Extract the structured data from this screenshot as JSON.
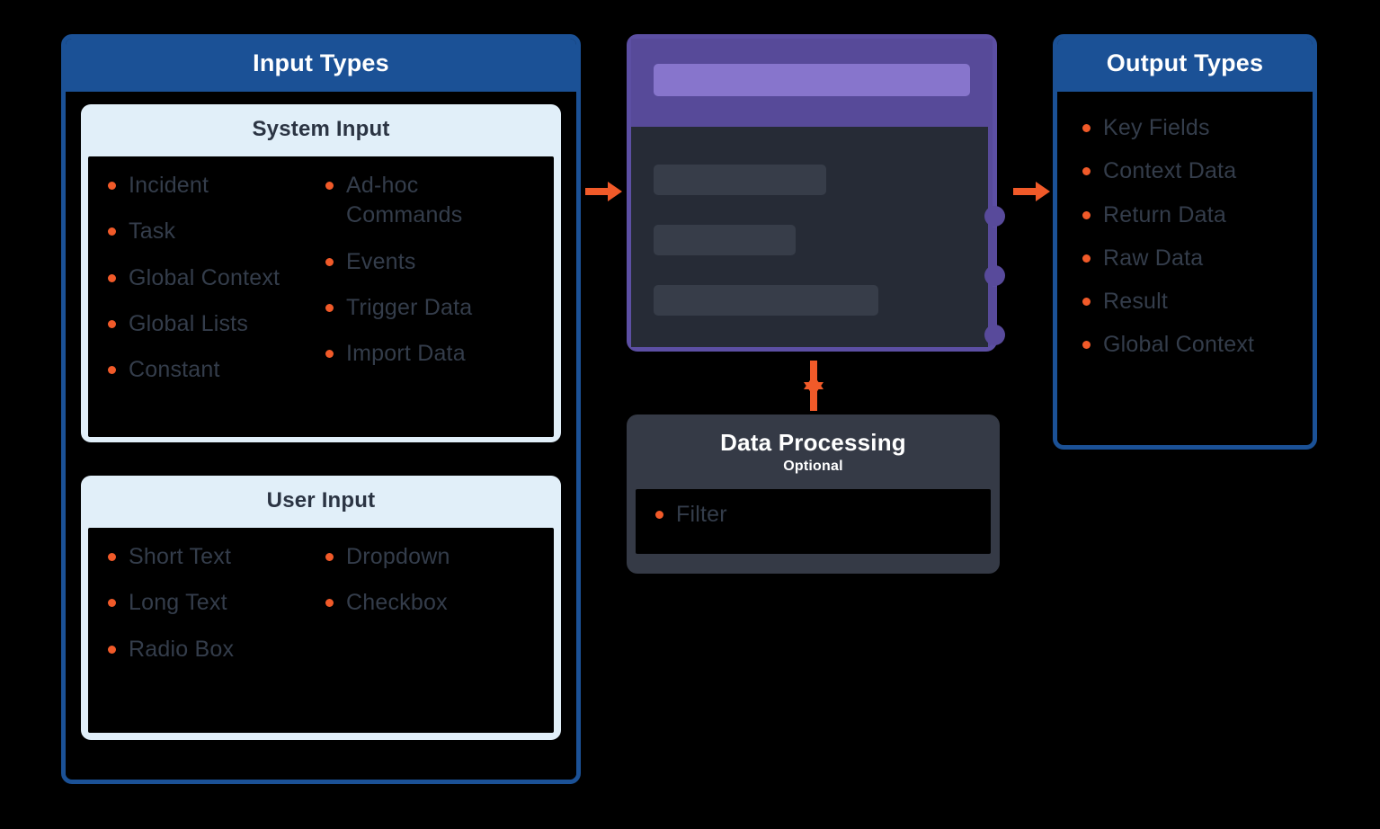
{
  "colors": {
    "brand_blue": "#1b5196",
    "accent_orange": "#f15a29",
    "node_purple": "#574a99",
    "node_purple_light": "#8775cc",
    "panel_light_blue": "#e1eff9",
    "dark_slate": "#353a46",
    "text_slate": "#343d4b"
  },
  "input_types": {
    "title": "Input Types",
    "system_input": {
      "title": "System Input",
      "columns": [
        [
          "Incident",
          "Task",
          "Global Context",
          "Global Lists",
          "Constant"
        ],
        [
          "Ad-hoc Commands",
          "Events",
          "Trigger Data",
          "Import Data"
        ]
      ]
    },
    "user_input": {
      "title": "User Input",
      "columns": [
        [
          "Short Text",
          "Long Text",
          "Radio Box"
        ],
        [
          "Dropdown",
          "Checkbox"
        ]
      ]
    }
  },
  "node_card": {
    "title_bar_placeholder": "",
    "body_lines": [
      "",
      "",
      ""
    ],
    "connector_dots": 3
  },
  "data_processing": {
    "title": "Data Processing",
    "subtitle": "Optional",
    "items": [
      "Filter"
    ]
  },
  "output_types": {
    "title": "Output Types",
    "items": [
      "Key Fields",
      "Context Data",
      "Return Data",
      "Raw Data",
      "Result",
      "Global Context"
    ]
  },
  "arrows": {
    "input_to_node": "arrow-right",
    "node_to_output": "arrow-right",
    "node_to_processing": "arrow-up-down"
  }
}
